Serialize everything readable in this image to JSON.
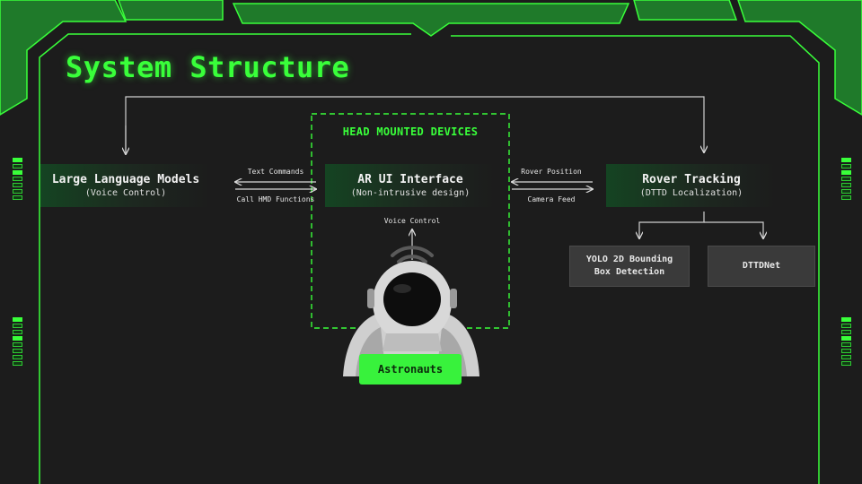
{
  "title": "System Structure",
  "hmd": {
    "label": "HEAD MOUNTED DEVICES"
  },
  "nodes": {
    "llm": {
      "title": "Large Language Models",
      "subtitle": "(Voice Control)"
    },
    "ar_ui": {
      "title": "AR UI Interface",
      "subtitle": "(Non-intrusive design)"
    },
    "rover": {
      "title": "Rover Tracking",
      "subtitle": "(DTTD Localization)"
    },
    "yolo": {
      "title_line1": "YOLO 2D Bounding",
      "title_line2": "Box Detection"
    },
    "dttdnet": {
      "title": "DTTDNet"
    },
    "astronauts": {
      "label": "Astronauts"
    }
  },
  "edges": {
    "text_commands": "Text Commands",
    "call_hmd": "Call HMD Functions",
    "rover_position": "Rover Position",
    "camera_feed": "Camera Feed",
    "voice_control": "Voice Control"
  },
  "colors": {
    "accent": "#39ff3a",
    "background": "#1c1c1c",
    "frame_fill": "#1f7a2a",
    "button": "#38f23c"
  },
  "icons": [
    "wifi-signal-icon",
    "astronaut-image"
  ]
}
